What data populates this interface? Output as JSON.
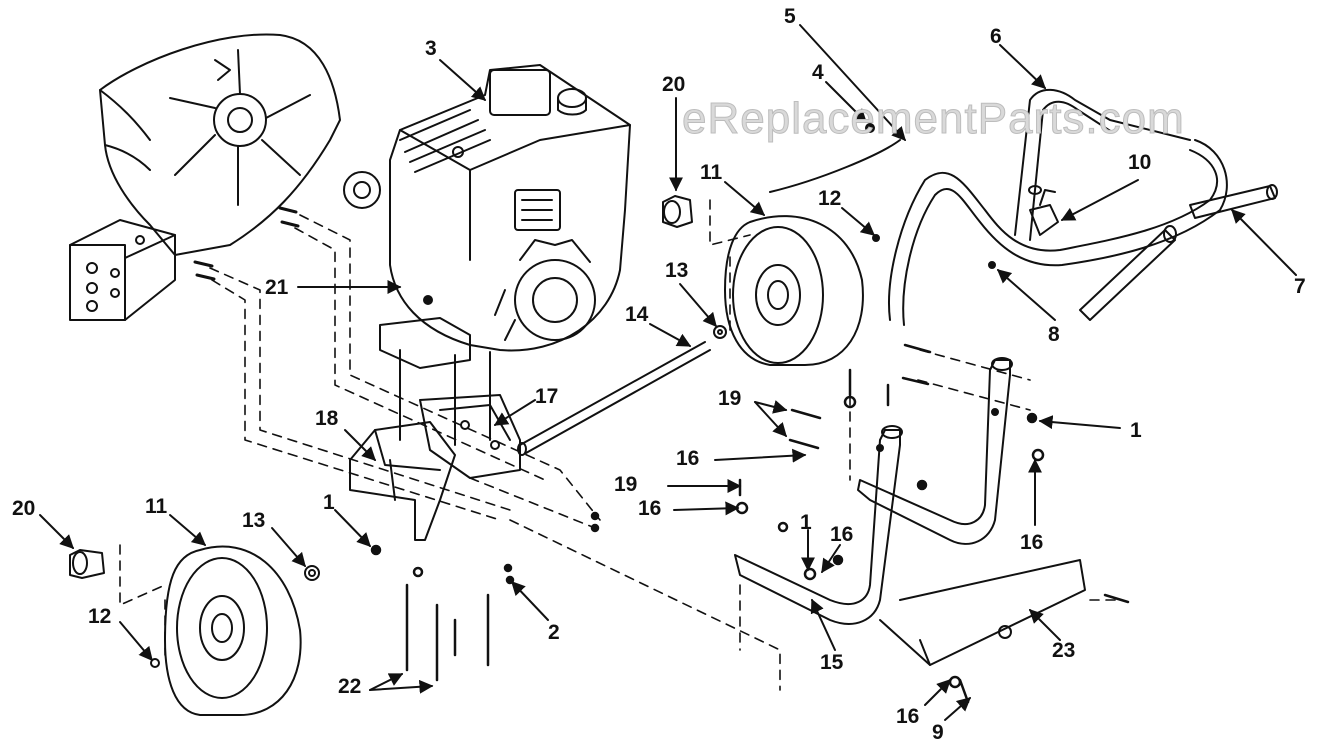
{
  "watermark": "eReplacementParts.com",
  "callouts": [
    {
      "id": "c3",
      "text": "3"
    },
    {
      "id": "c5",
      "text": "5"
    },
    {
      "id": "c6",
      "text": "6"
    },
    {
      "id": "c4",
      "text": "4"
    },
    {
      "id": "c20a",
      "text": "20"
    },
    {
      "id": "c11a",
      "text": "11"
    },
    {
      "id": "c12a",
      "text": "12"
    },
    {
      "id": "c10",
      "text": "10"
    },
    {
      "id": "c7",
      "text": "7"
    },
    {
      "id": "c8",
      "text": "8"
    },
    {
      "id": "c21",
      "text": "21"
    },
    {
      "id": "c13a",
      "text": "13"
    },
    {
      "id": "c14",
      "text": "14"
    },
    {
      "id": "c17",
      "text": "17"
    },
    {
      "id": "c18",
      "text": "18"
    },
    {
      "id": "c19a",
      "text": "19"
    },
    {
      "id": "c1a",
      "text": "1"
    },
    {
      "id": "c16a",
      "text": "16"
    },
    {
      "id": "c19b",
      "text": "19"
    },
    {
      "id": "c16b",
      "text": "16"
    },
    {
      "id": "c1b",
      "text": "1"
    },
    {
      "id": "c16c",
      "text": "16"
    },
    {
      "id": "c16d",
      "text": "16"
    },
    {
      "id": "c20b",
      "text": "20"
    },
    {
      "id": "c11b",
      "text": "11"
    },
    {
      "id": "c13b",
      "text": "13"
    },
    {
      "id": "c1c",
      "text": "1"
    },
    {
      "id": "c12b",
      "text": "12"
    },
    {
      "id": "c2",
      "text": "2"
    },
    {
      "id": "c22",
      "text": "22"
    },
    {
      "id": "c15",
      "text": "15"
    },
    {
      "id": "c23",
      "text": "23"
    },
    {
      "id": "c16e",
      "text": "16"
    },
    {
      "id": "c9",
      "text": "9"
    }
  ]
}
